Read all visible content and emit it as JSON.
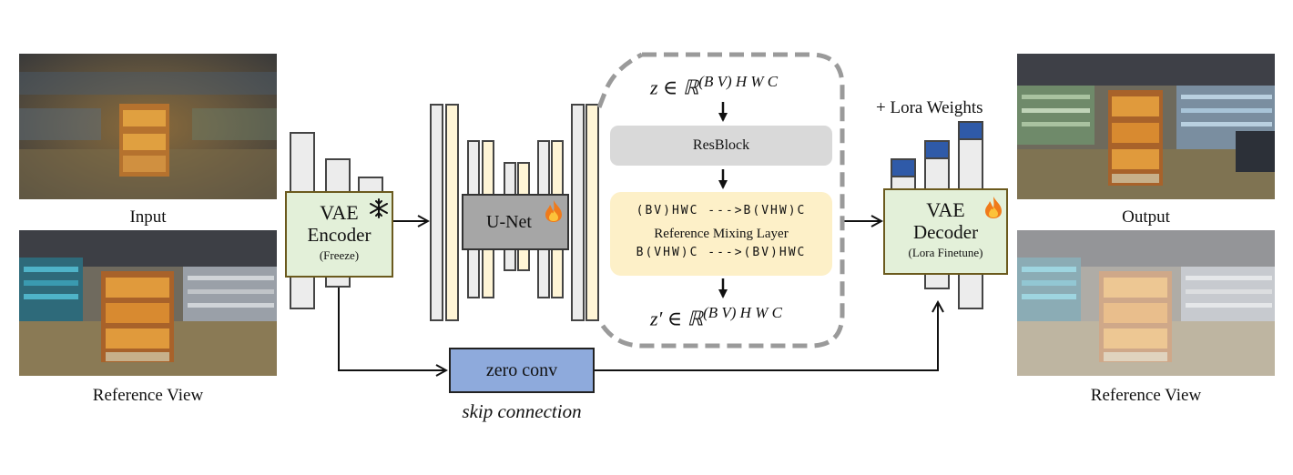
{
  "images": {
    "input_label": "Input",
    "reference_left_label": "Reference View",
    "output_label": "Output",
    "reference_right_label": "Reference View"
  },
  "encoder": {
    "title": "VAE",
    "subtitle": "Encoder",
    "note": "(Freeze)",
    "icon": "snowflake-icon"
  },
  "unet": {
    "label": "U-Net",
    "icon": "flame-icon"
  },
  "detail": {
    "input_eq": "z ∈ ℝ",
    "input_sup": "(B V) H W C",
    "resblock": "ResBlock",
    "mix_line1": "(BV)HWC --->B(VHW)C",
    "mix_title": "Reference Mixing Layer",
    "mix_line2": "B(VHW)C --->(BV)HWC",
    "output_eq": "z′ ∈ ℝ",
    "output_sup": "(B V) H W C"
  },
  "decoder": {
    "title": "VAE",
    "subtitle": "Decoder",
    "note": "(Lora Finetune)",
    "icon": "flame-icon",
    "lora_label": "+ Lora Weights"
  },
  "skip": {
    "box_label": "zero conv",
    "caption": "skip connection"
  },
  "colors": {
    "encoder_fill": "#e3f0d9",
    "encoder_border": "#6b5a1e",
    "unet_fill": "#a6a6a6",
    "resblock_fill": "#d9d9d9",
    "mixing_fill": "#fdf0c8",
    "zero_conv_fill": "#8eaadc",
    "lora_fill": "#2f5aa8",
    "cream_bar": "#fff5d6",
    "gray_bar": "#ececec"
  }
}
